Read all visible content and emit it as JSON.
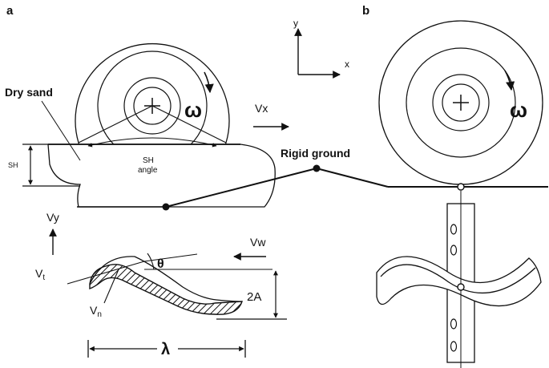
{
  "panels": {
    "a": {
      "label": "a"
    },
    "b": {
      "label": "b"
    }
  },
  "labels": {
    "dry_sand": "Dry sand",
    "rigid_ground": "Rigid ground",
    "sh": "SH",
    "sh_angle_line1": "SH",
    "sh_angle_line2": "angle",
    "omega": "ω",
    "vx": "Vx",
    "vy": "Vy",
    "vw": "Vw",
    "vt_main": "V",
    "vt_sub": "t",
    "vn_main": "V",
    "vn_sub": "n",
    "theta": "θ",
    "amplitude": "2A",
    "wavelength": "λ",
    "axis_y": "y",
    "axis_x": "x"
  },
  "colors": {
    "ink": "#111111",
    "background": "#ffffff"
  }
}
